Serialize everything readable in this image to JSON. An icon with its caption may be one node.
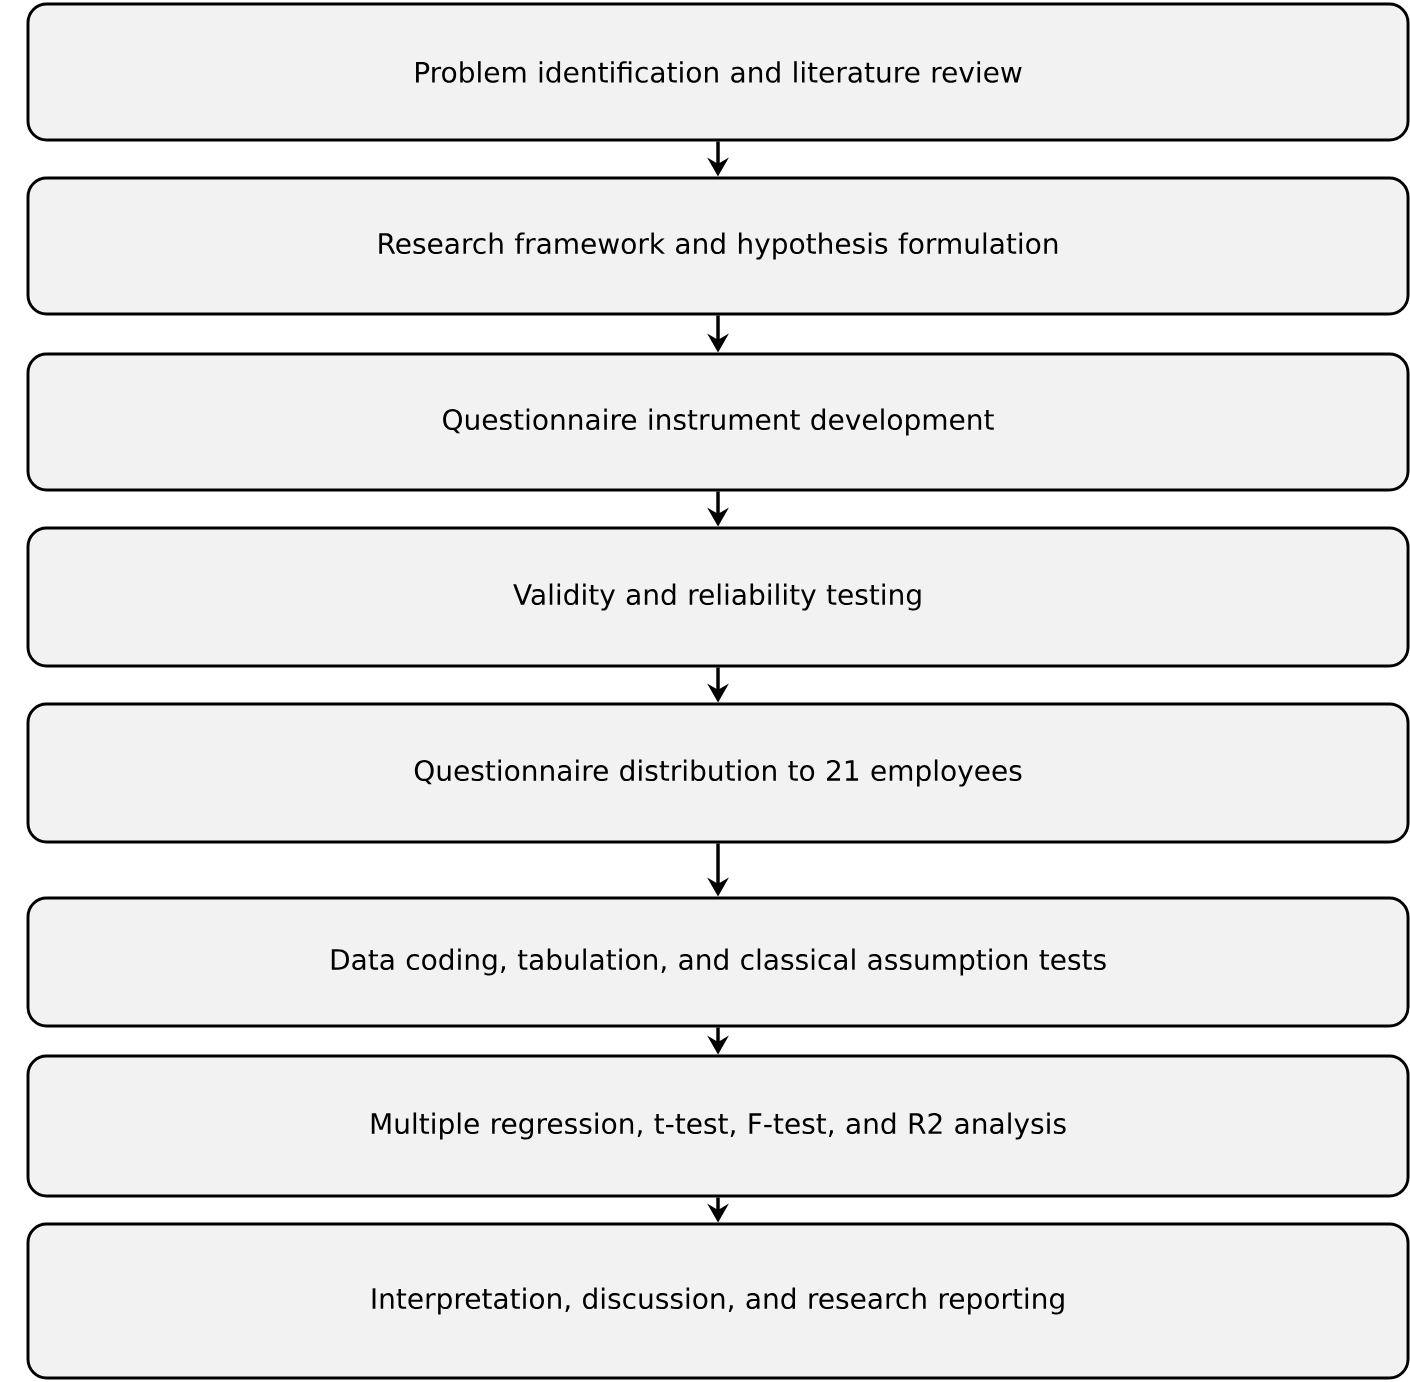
{
  "diagram": {
    "nodes": [
      {
        "text": [
          "Problem identification and literature review"
        ]
      },
      {
        "text": [
          "Research framework and hypothesis formulation"
        ]
      },
      {
        "text": [
          "Questionnaire instrument development"
        ]
      },
      {
        "text": [
          "Validity and reliability testing"
        ]
      },
      {
        "text": [
          "Questionnaire distribution to 21 employees"
        ]
      },
      {
        "text": [
          "Data coding, tabulation, and classical assumption tests"
        ]
      },
      {
        "text": [
          "Multiple regression, t-test, F-test, and R2 analysis"
        ]
      },
      {
        "text": [
          "Interpretation, discussion, and research reporting"
        ]
      }
    ],
    "edges": [
      {
        "from": 0,
        "to": 1,
        "arrow": "to"
      },
      {
        "from": 1,
        "to": 2,
        "arrow": "to"
      },
      {
        "from": 2,
        "to": 3,
        "arrow": "to"
      },
      {
        "from": 3,
        "to": 4,
        "arrow": "to"
      },
      {
        "from": 4,
        "to": 5,
        "arrow": "to"
      },
      {
        "from": 5,
        "to": 6,
        "arrow": "to"
      },
      {
        "from": 6,
        "to": 7,
        "arrow": "to"
      }
    ]
  }
}
